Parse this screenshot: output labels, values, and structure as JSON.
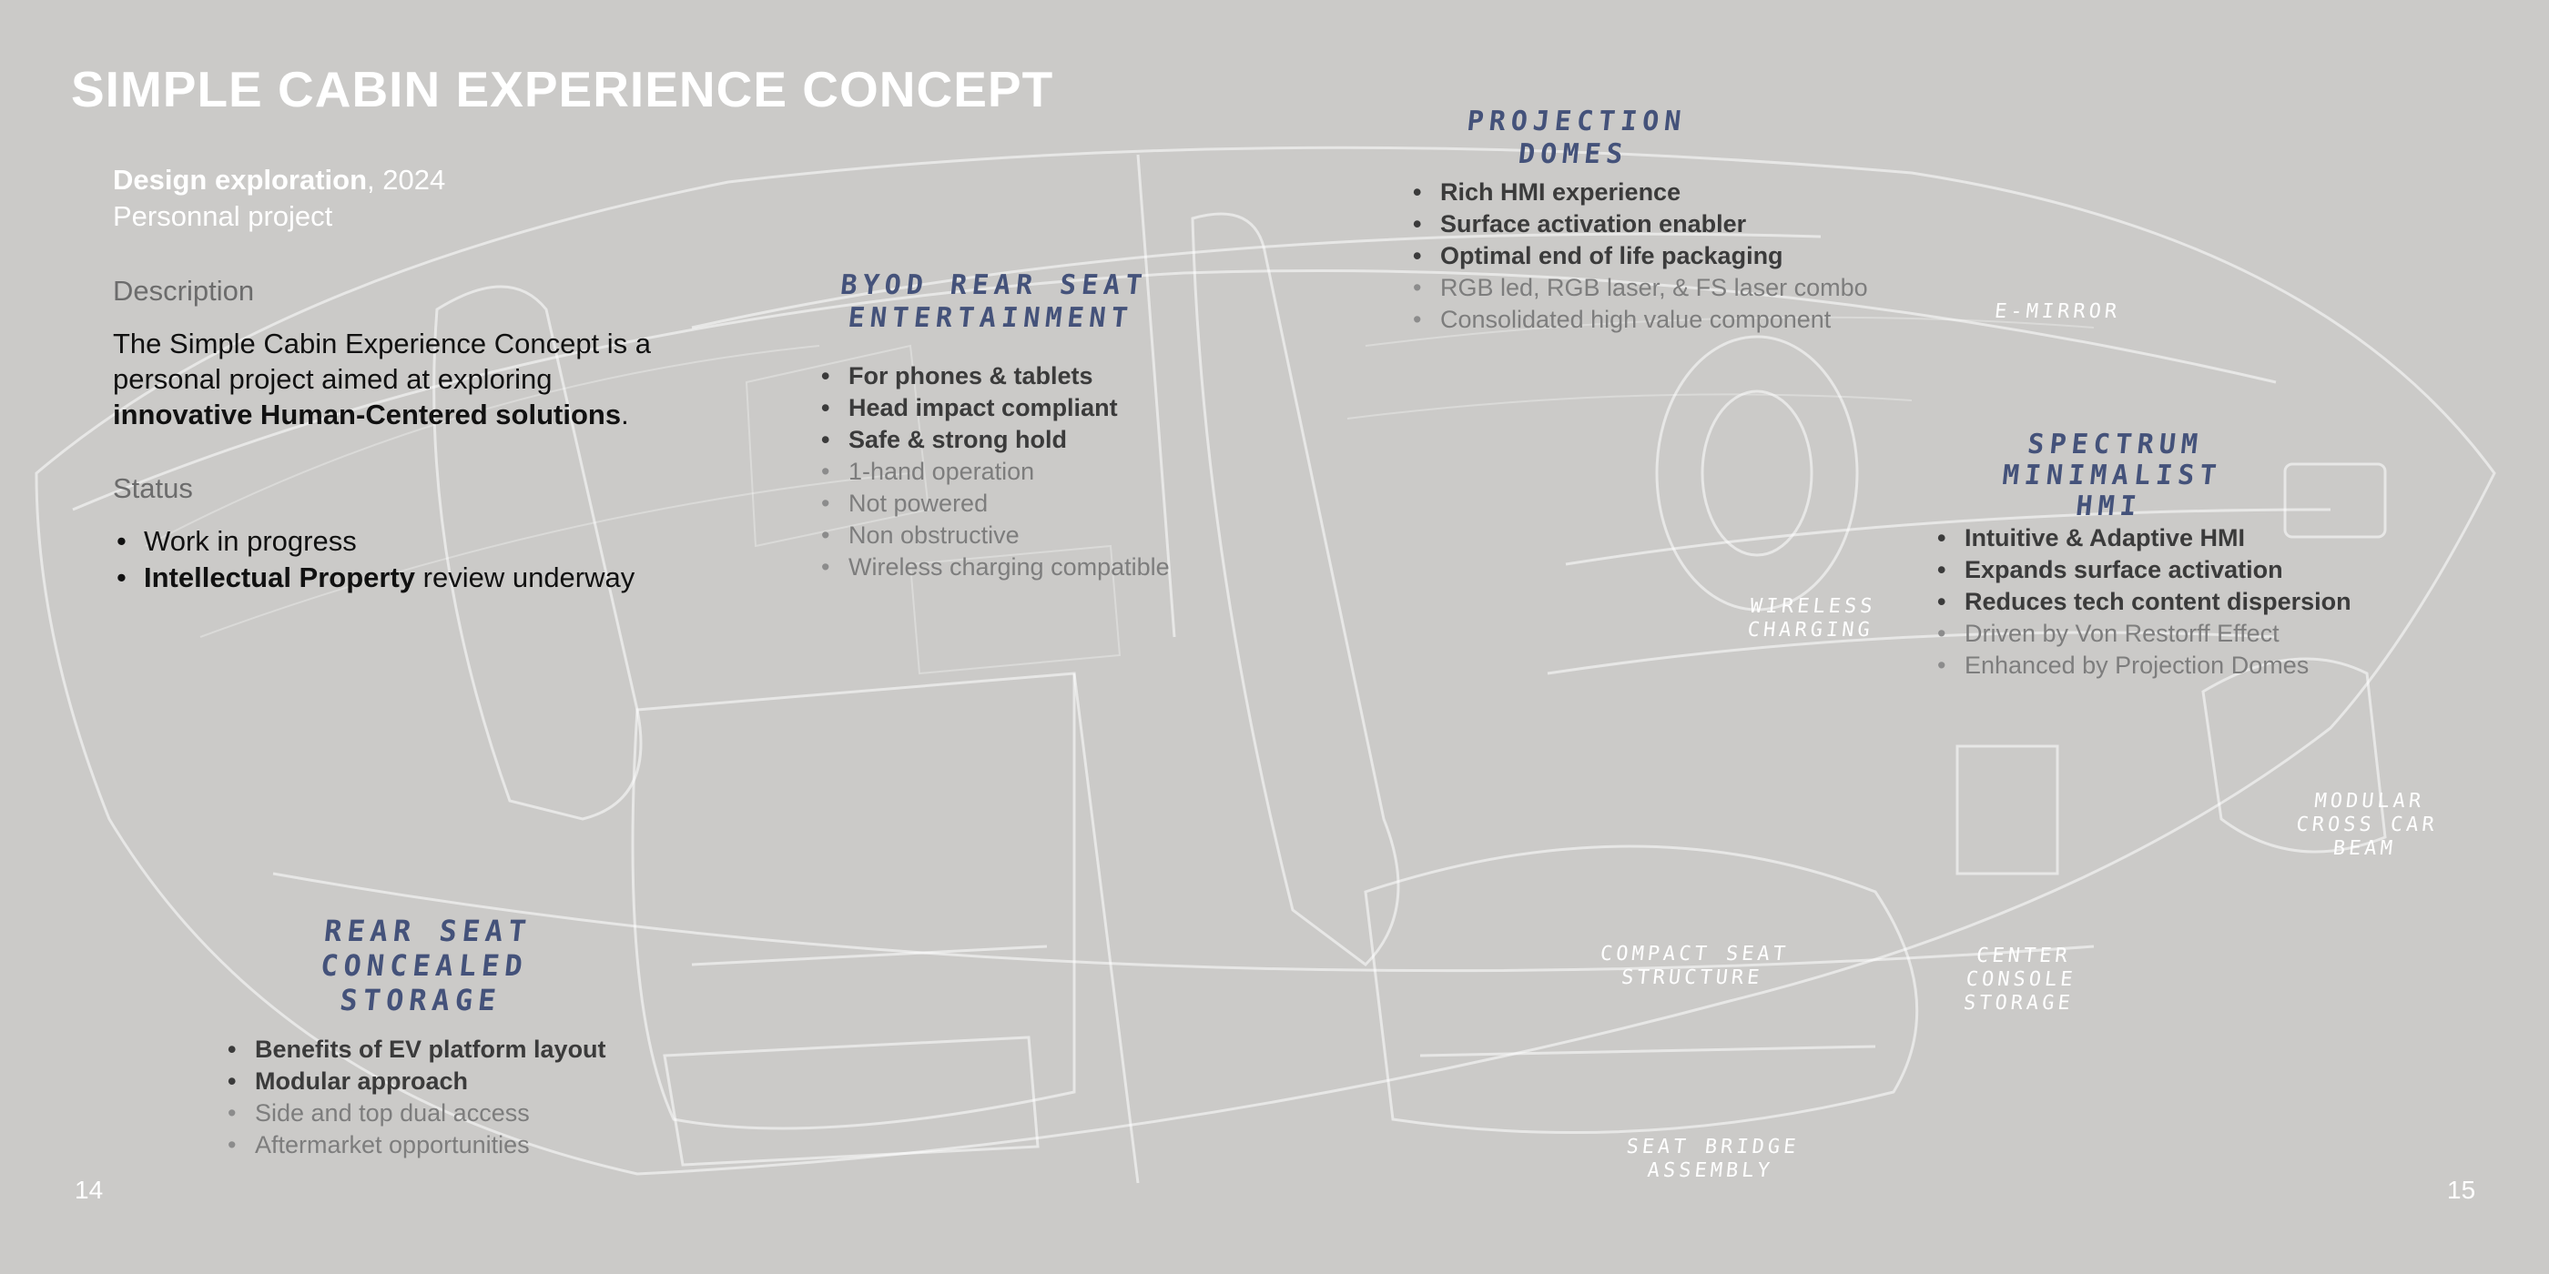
{
  "page": {
    "title": "SIMPLE CABIN EXPERIENCE CONCEPT",
    "page_left": "14",
    "page_right": "15"
  },
  "meta": {
    "type_bold": "Design exploration",
    "year": ", 2024",
    "subtitle": "Personnal project"
  },
  "description": {
    "label": "Description",
    "text_1": "The Simple Cabin Experience Concept is a personal project aimed at exploring ",
    "text_bold": "innovative Human-Centered solutions",
    "text_end": "."
  },
  "status": {
    "label": "Status",
    "item_1": "Work in progress",
    "item_2_bold": "Intellectual Property",
    "item_2_rest": " review underway"
  },
  "callouts": {
    "projection": {
      "heading_1": "Projection",
      "heading_2": "Domes",
      "items": [
        "Rich HMI experience",
        "Surface activation enabler",
        "Optimal end of life packaging",
        "RGB led, RGB laser, & FS laser combo",
        "Consolidated high value component"
      ]
    },
    "byod": {
      "heading_1": "BYOD Rear Seat",
      "heading_2": "Entertainment",
      "items": [
        "For phones & tablets",
        "Head impact compliant",
        "Safe & strong hold",
        "1-hand operation",
        "Not powered",
        "Non obstructive",
        "Wireless charging compatible"
      ]
    },
    "spectrum": {
      "heading_1": "Spectrum",
      "heading_2": "Minimalist",
      "heading_3": "HMI",
      "items": [
        "Intuitive & Adaptive HMI",
        "Expands surface activation",
        "Reduces tech content dispersion",
        "Driven by Von Restorff Effect",
        "Enhanced by Projection Domes"
      ]
    },
    "rear_storage": {
      "heading_1": "Rear Seat",
      "heading_2": "Concealed",
      "heading_3": "Storage",
      "items": [
        "Benefits of EV platform layout",
        "Modular approach",
        "Side and top dual access",
        "Aftermarket opportunities"
      ]
    }
  },
  "sketch_labels": {
    "emirror": "E-Mirror",
    "wireless_1": "Wireless",
    "wireless_2": "Charging",
    "modular_1": "Modular",
    "modular_2": "Cross Car",
    "modular_3": "Beam",
    "compact_1": "Compact Seat",
    "compact_2": "Structure",
    "center_1": "Center",
    "center_2": "Console",
    "center_3": "Storage",
    "bridge_1": "Seat Bridge",
    "bridge_2": "Assembly"
  },
  "colors": {
    "background": "#cbcac8",
    "handwriting": "#44527a",
    "sketch_lines": "#ffffff"
  }
}
